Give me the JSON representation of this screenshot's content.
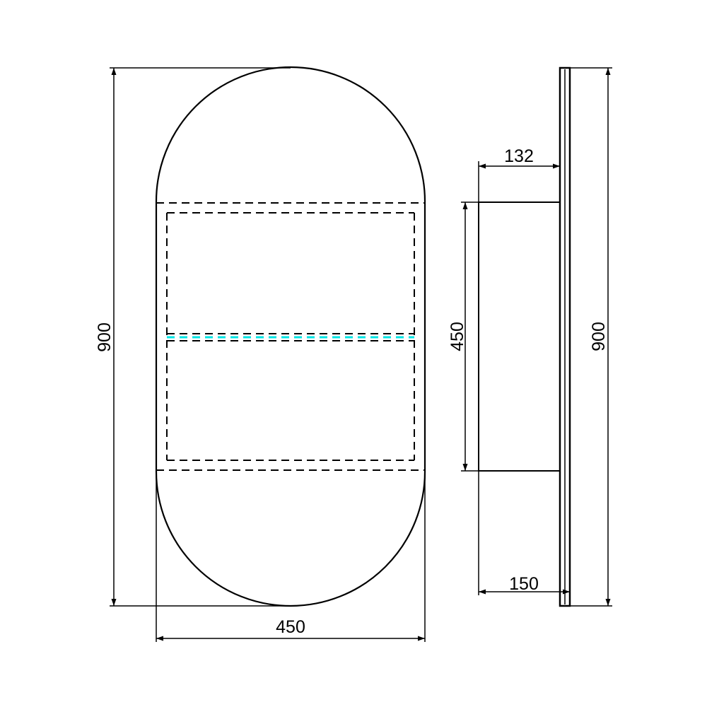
{
  "front_view": {
    "width_label": "450",
    "height_label": "900"
  },
  "side_view": {
    "depth_top_label": "132",
    "depth_bottom_label": "150",
    "cabinet_height_label": "450",
    "total_height_label": "900"
  },
  "colors": {
    "line": "#000000",
    "shelf_highlight": "#00e5e5"
  }
}
